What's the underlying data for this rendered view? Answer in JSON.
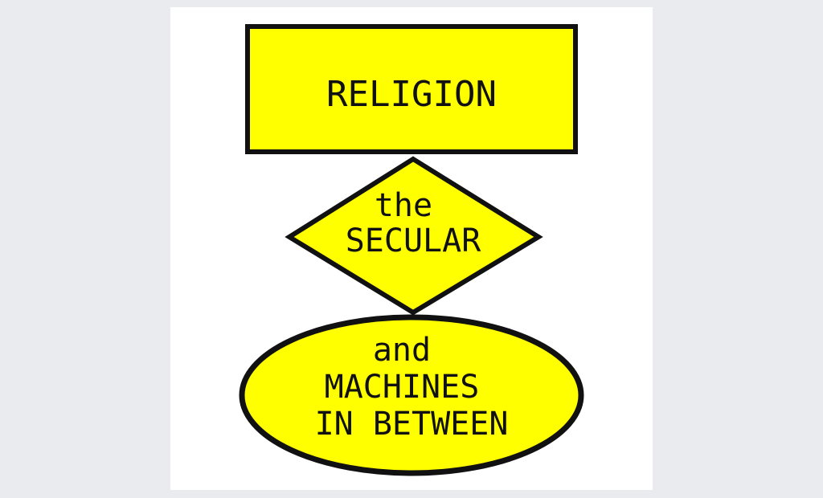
{
  "colors": {
    "page_background": "#e9ebef",
    "panel_background": "#ffffff",
    "shape_fill": "#ffff00",
    "shape_stroke": "#111111",
    "text": "#111111"
  },
  "diagram": {
    "rectangle": {
      "lines": [
        "RELIGION"
      ]
    },
    "diamond": {
      "lines": [
        "the",
        "SECULAR"
      ]
    },
    "ellipse": {
      "lines": [
        "and",
        "MACHINES",
        "IN BETWEEN"
      ]
    }
  }
}
